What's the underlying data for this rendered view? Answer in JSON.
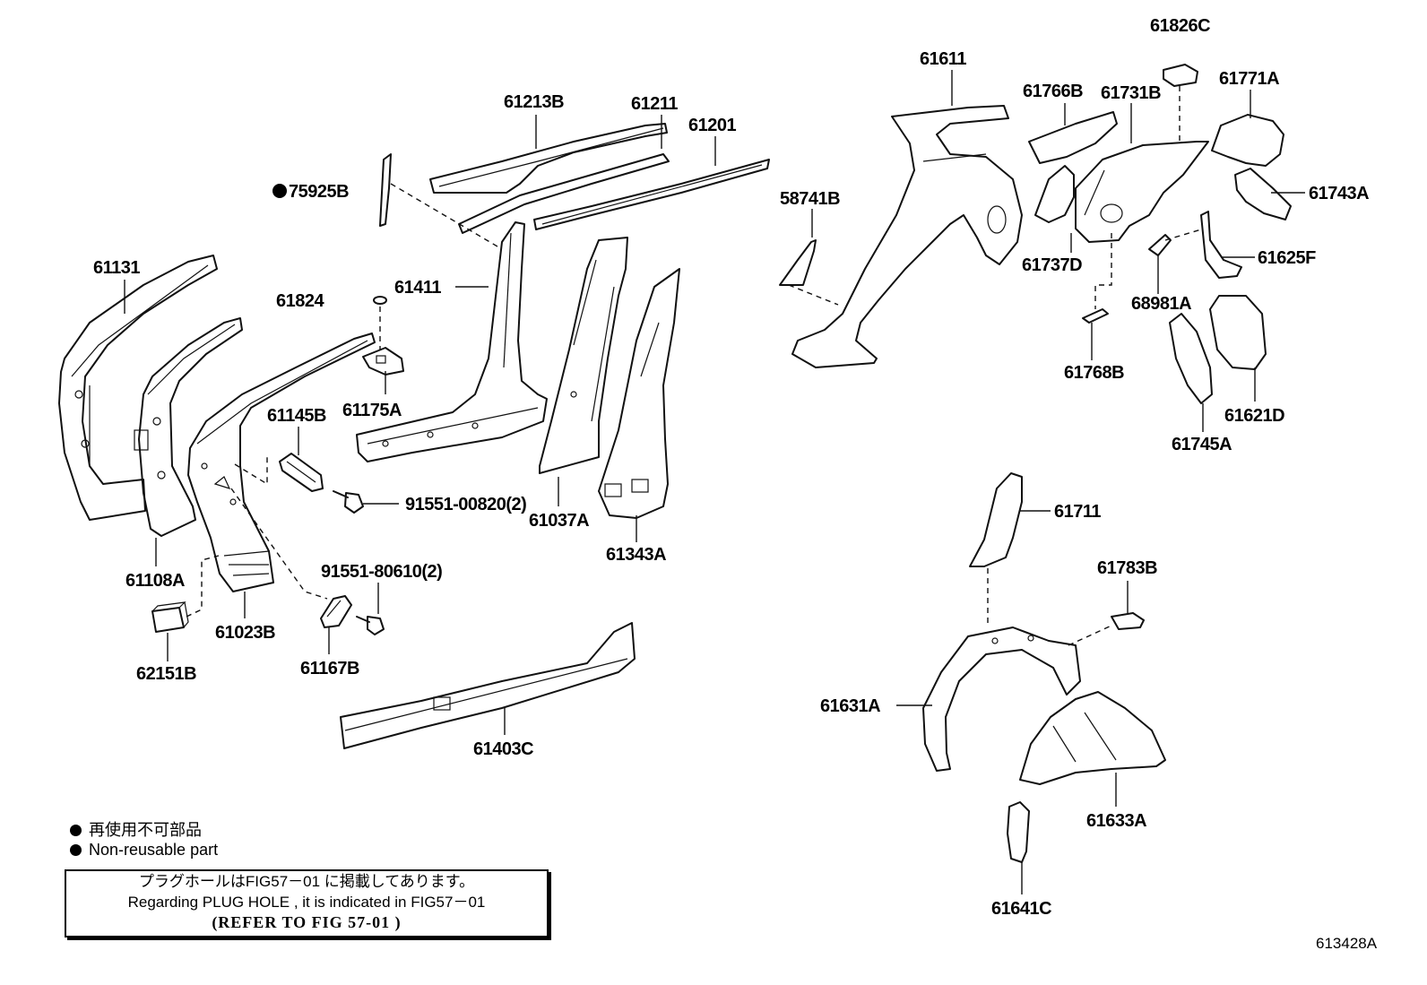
{
  "labels": {
    "p61131": "61131",
    "p61108A": "61108A",
    "p62151B": "62151B",
    "p61023B": "61023B",
    "p61167B": "61167B",
    "p91551_80610": "91551-80610(2)",
    "p61145B": "61145B",
    "p91551_00820": "91551-00820(2)",
    "p61824": "61824",
    "p61175A": "61175A",
    "p75925B": "75925B",
    "p61213B": "61213B",
    "p61211": "61211",
    "p61201": "61201",
    "p61411": "61411",
    "p61037A": "61037A",
    "p61343A": "61343A",
    "p61403C": "61403C",
    "p58741B": "58741B",
    "p61611": "61611",
    "p61766B": "61766B",
    "p61731B": "61731B",
    "p61826C": "61826C",
    "p61771A": "61771A",
    "p61743A": "61743A",
    "p61625F": "61625F",
    "p68981A": "68981A",
    "p61737D": "61737D",
    "p61768B": "61768B",
    "p61621D": "61621D",
    "p61745A": "61745A",
    "p61711": "61711",
    "p61783B": "61783B",
    "p61631A": "61631A",
    "p61633A": "61633A",
    "p61641C": "61641C"
  },
  "legend": {
    "jp": "再使用不可部品",
    "en": "Non-reusable part"
  },
  "note": {
    "line1": "プラグホールはFIG57－01 に掲載してあります。",
    "line2": "Regarding PLUG HOLE , it is indicated in FIG57－01",
    "line3": "(REFER TO FIG   57-01     )"
  },
  "figure_code": "613428A"
}
